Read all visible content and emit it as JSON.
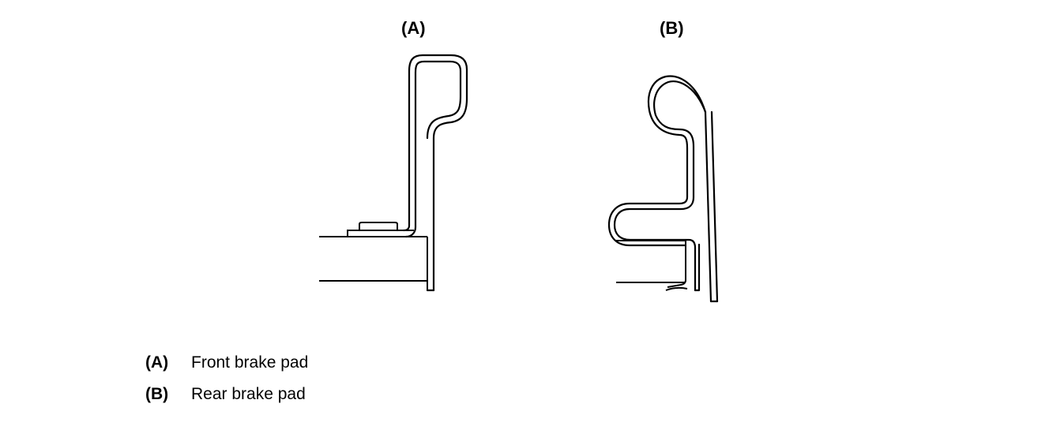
{
  "figures": {
    "a": {
      "label": "(A)"
    },
    "b": {
      "label": "(B)"
    }
  },
  "legend": {
    "items": [
      {
        "key": "(A)",
        "text": "Front brake pad"
      },
      {
        "key": "(B)",
        "text": "Rear brake pad"
      }
    ]
  },
  "colors": {
    "line": "#000000",
    "background": "#ffffff"
  }
}
